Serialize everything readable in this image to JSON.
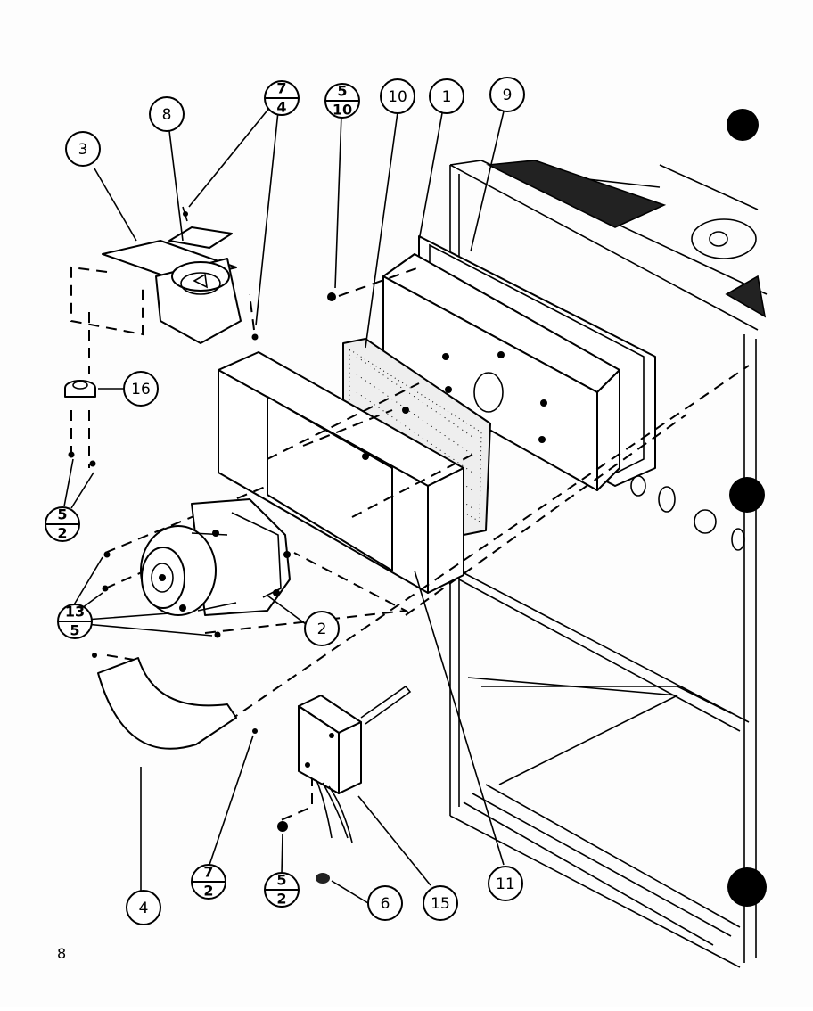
{
  "diagram": {
    "page_number": "8",
    "callouts": [
      {
        "id": "c3",
        "label": "3"
      },
      {
        "id": "c8",
        "label": "8"
      },
      {
        "id": "c16",
        "label": "16"
      },
      {
        "id": "c10",
        "label": "10"
      },
      {
        "id": "c1",
        "label": "1"
      },
      {
        "id": "c9",
        "label": "9"
      },
      {
        "id": "c2",
        "label": "2"
      },
      {
        "id": "c4",
        "label": "4"
      },
      {
        "id": "c6",
        "label": "6"
      },
      {
        "id": "c15",
        "label": "15"
      },
      {
        "id": "c11",
        "label": "11"
      }
    ],
    "fraction_callouts": [
      {
        "id": "f74",
        "top": "7",
        "bottom": "4"
      },
      {
        "id": "f510",
        "top": "5",
        "bottom": "10"
      },
      {
        "id": "f52a",
        "top": "5",
        "bottom": "2"
      },
      {
        "id": "f135",
        "top": "13",
        "bottom": "5"
      },
      {
        "id": "f72",
        "top": "7",
        "bottom": "2"
      },
      {
        "id": "f52b",
        "top": "5",
        "bottom": "2"
      }
    ]
  }
}
